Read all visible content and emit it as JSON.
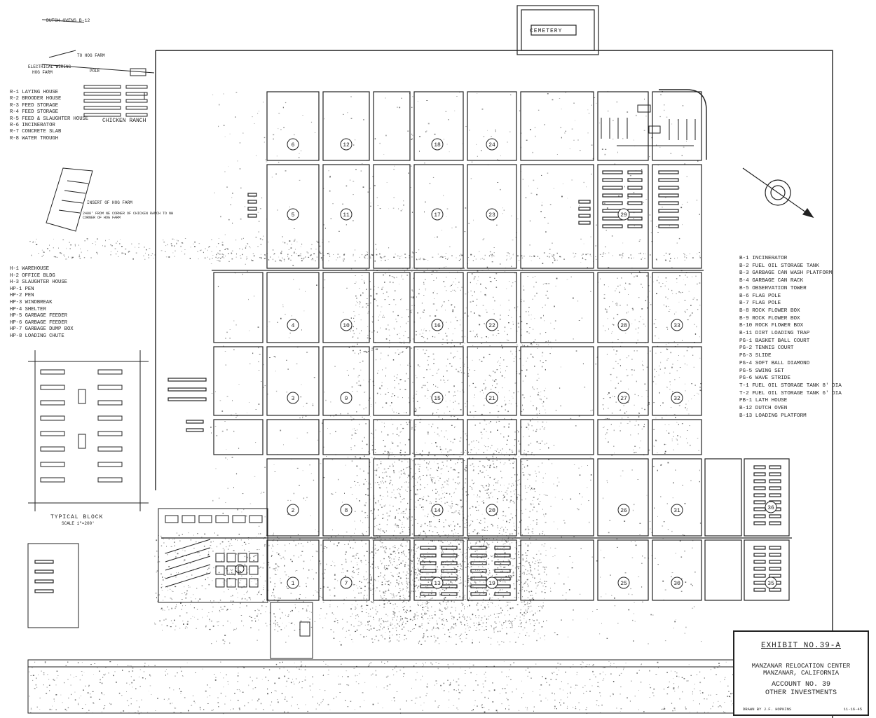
{
  "title_block": {
    "exhibit": "EXHIBIT NO.39-A",
    "center_name": "MANZANAR RELOCATION CENTER",
    "location": "MANZANAR, CALIFORNIA",
    "account": "ACCOUNT NO. 39",
    "subject": "OTHER INVESTMENTS",
    "drawn_by": "DRAWN BY J.F. HOPKINS",
    "date": "11-16-45"
  },
  "map_labels": {
    "cemetery": "CEMETERY",
    "dutch_ovens": "DUTCH OVENS B-12",
    "to_hog_farm": "TO HOG FARM",
    "electrical_wiring": "ELECTRICAL WIRING",
    "hog_farm_label": "HOG FARM",
    "pole": "POLE",
    "chicken_ranch": "CHICKEN RANCH",
    "insert_hog_farm": "INSERT OF HOG FARM",
    "insert_note": "2400' FROM NE CORNER OF CHICKEN RANCH TO NW CORNER OF HOG FARM",
    "typical_block": "TYPICAL BLOCK",
    "scale": "SCALE 1\"=200'"
  },
  "chicken_ranch_legend": [
    "R-1 LAYING HOUSE",
    "R-2 BROODER HOUSE",
    "R-3 FEED STORAGE",
    "R-4 FEED STORAGE",
    "R-5 FEED & SLAUGHTER HOUSE",
    "R-6 INCINERATOR",
    "R-7 CONCRETE SLAB",
    "R-8 WATER TROUGH"
  ],
  "hog_farm_legend": [
    "H-1 WAREHOUSE",
    "H-2 OFFICE BLDG",
    "H-3 SLAUGHTER HOUSE",
    "HP-1 PEN",
    "HP-2 PEN",
    "HP-3 WINDBREAK",
    "HP-4 SHELTER",
    "HP-5 GARBAGE FEEDER",
    "HP-6 GARBAGE FEEDER",
    "HP-7 GARBAGE DUMP BOX",
    "HP-8 LOADING CHUTE"
  ],
  "main_legend": [
    "B-1 INCINERATOR",
    "B-2 FUEL OIL STORAGE TANK",
    "B-3 GARBAGE CAN WASH PLATFORM",
    "B-4 GARBAGE CAN RACK",
    "B-5 OBSERVATION TOWER",
    "B-6 FLAG POLE",
    "B-7 FLAG POLE",
    "B-8 ROCK FLOWER BOX",
    "B-9 ROCK FLOWER BOX",
    "B-10 ROCK FLOWER BOX",
    "B-11 DIRT LOADING TRAP",
    "PG-1 BASKET BALL COURT",
    "PG-2 TENNIS COURT",
    "PG-3 SLIDE",
    "PG-4 SOFT BALL DIAMOND",
    "PG-5 SWING SET",
    "PG-6 WAVE STRIDE",
    "T-1 FUEL OIL STORAGE TANK 8' DIA",
    "T-2 FUEL OIL STORAGE TANK 6' DIA",
    "PB-1 LATH HOUSE",
    "B-12 DUTCH OVEN",
    "B-13 LOADING PLATFORM"
  ],
  "block_numbers": [
    "6",
    "12",
    "18",
    "24",
    "5",
    "11",
    "17",
    "23",
    "29",
    "4",
    "10",
    "16",
    "22",
    "28",
    "33",
    "3",
    "9",
    "15",
    "21",
    "27",
    "32",
    "2",
    "8",
    "14",
    "20",
    "26",
    "31",
    "36",
    "1",
    "7",
    "13",
    "19",
    "25",
    "30",
    "35"
  ],
  "colors": {
    "ink": "#222222",
    "paper": "#ffffff",
    "speckle": "#333333"
  },
  "icons": {
    "north_arrow": "north-arrow-icon"
  }
}
